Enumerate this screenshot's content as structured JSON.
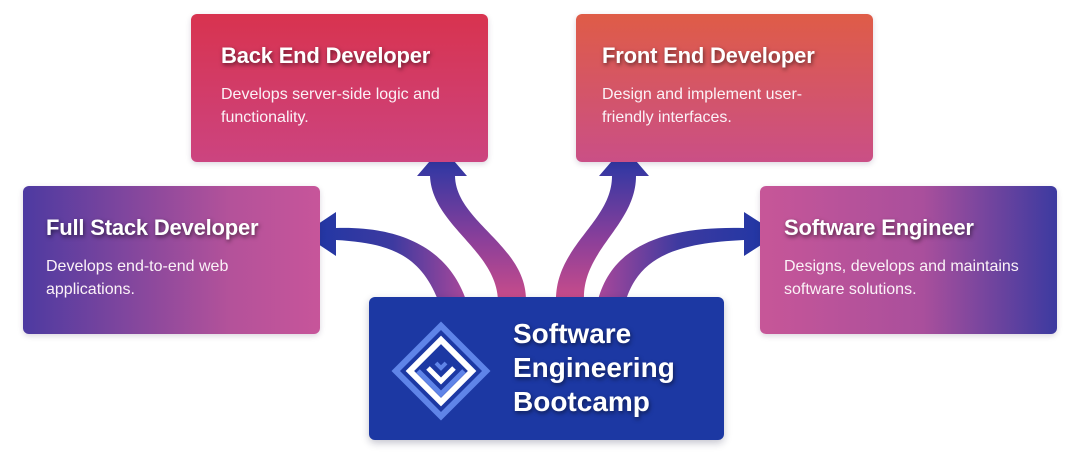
{
  "center": {
    "title_lines": [
      "Software",
      "Engineering",
      "Bootcamp"
    ]
  },
  "roles": {
    "backend": {
      "title": "Back End Developer",
      "desc": "Develops server-side logic and functionality."
    },
    "frontend": {
      "title": "Front End Developer",
      "desc": "Design and implement user-friendly interfaces."
    },
    "fullstack": {
      "title": "Full Stack Developer",
      "desc": "Develops end-to-end web applications."
    },
    "swe": {
      "title": "Software Engineer",
      "desc": "Designs, develops and maintains software solutions."
    }
  },
  "colors": {
    "center_blue": "#1c38a3",
    "arrow_blue": "#1d36a5",
    "arrow_pink": "#c94c8a",
    "card_red": "#d8334f",
    "card_orange": "#df5c47",
    "card_purple": "#4d3aa1"
  },
  "icons": {
    "logo": "diamond-layers-logo"
  }
}
